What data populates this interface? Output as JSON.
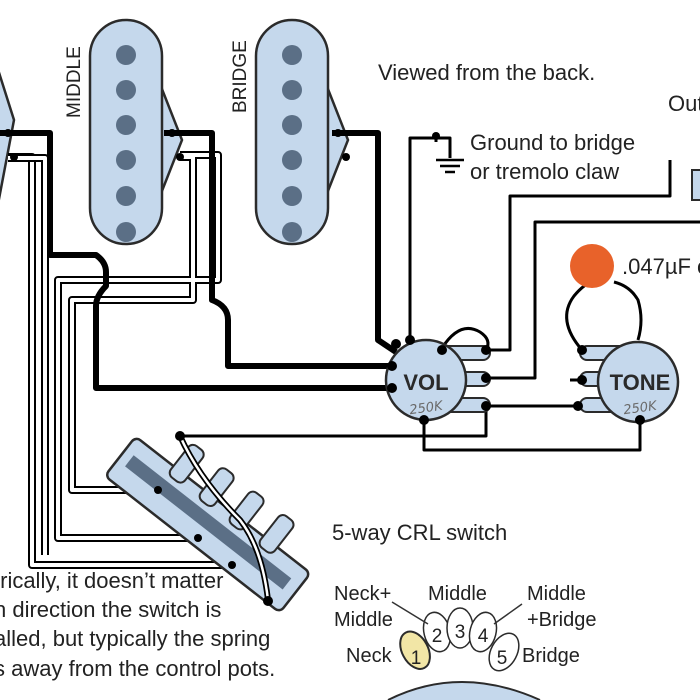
{
  "pickups": {
    "middle_label": "MIDDLE",
    "bridge_label": "BRIDGE"
  },
  "notes": {
    "viewed_from_back": "Viewed from the back.",
    "ground_line1": "Ground to bridge",
    "ground_line2": "or tremolo claw",
    "output_partial": "Out",
    "capacitor_partial": ".047µF c",
    "switch_title": "5-way CRL switch",
    "orientation_line1": "trically, it doesn’t matter",
    "orientation_line2": "h direction the switch is",
    "orientation_line3": "alled, but typically the spring",
    "orientation_line4": "s away from the control pots."
  },
  "pots": {
    "volume": {
      "label": "VOL",
      "value": "250K"
    },
    "tone": {
      "label": "TONE",
      "value": "250K"
    }
  },
  "switch_positions": {
    "neck_middle_line1": "Neck+",
    "neck_middle_line2": "Middle",
    "middle": "Middle",
    "middle_bridge_line1": "Middle",
    "middle_bridge_line2": "+Bridge",
    "neck": "Neck",
    "bridge": "Bridge",
    "numbers": [
      "1",
      "2",
      "3",
      "4",
      "5"
    ]
  },
  "colors": {
    "pickup_fill": "#c5d8ec",
    "pickup_stroke": "#2b2b2b",
    "pole_piece": "#5b6f86",
    "capacitor": "#e8622a",
    "selector_active": "#f2e6a6",
    "wire_black": "#000000"
  }
}
